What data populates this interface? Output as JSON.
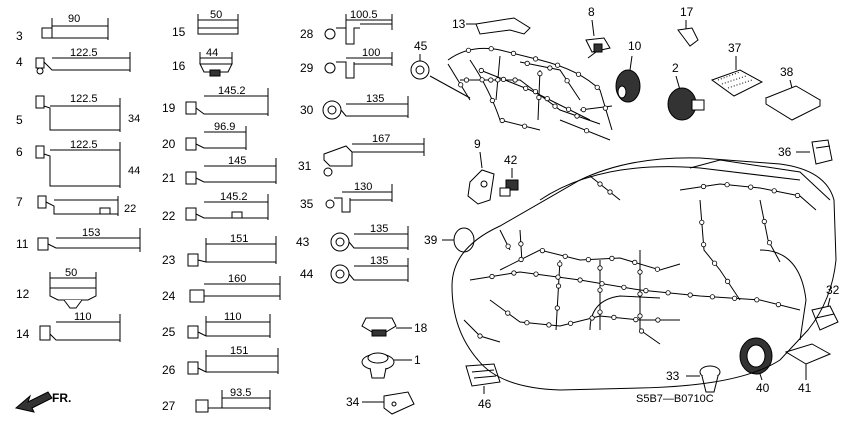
{
  "diagram": {
    "code": "S5B7—B0710C",
    "direction": "FR.",
    "clips": [
      {
        "ref": "3",
        "dim": "90"
      },
      {
        "ref": "4",
        "dim": "122.5"
      },
      {
        "ref": "5",
        "dim": "122.5",
        "dim2": "34"
      },
      {
        "ref": "6",
        "dim": "122.5",
        "dim2": "44"
      },
      {
        "ref": "7",
        "dim": "",
        "dim2": "22"
      },
      {
        "ref": "11",
        "dim": "153"
      },
      {
        "ref": "12",
        "dim": "50"
      },
      {
        "ref": "14",
        "dim": "110"
      },
      {
        "ref": "15",
        "dim": "50"
      },
      {
        "ref": "16",
        "dim": "44"
      },
      {
        "ref": "19",
        "dim": "145.2"
      },
      {
        "ref": "20",
        "dim": "96.9"
      },
      {
        "ref": "21",
        "dim": "145"
      },
      {
        "ref": "22",
        "dim": "145.2"
      },
      {
        "ref": "23",
        "dim": "151"
      },
      {
        "ref": "24",
        "dim": "160"
      },
      {
        "ref": "25",
        "dim": "110"
      },
      {
        "ref": "26",
        "dim": "151"
      },
      {
        "ref": "27",
        "dim": "93.5"
      },
      {
        "ref": "28",
        "dim": "100.5"
      },
      {
        "ref": "29",
        "dim": "100"
      },
      {
        "ref": "30",
        "dim": "135"
      },
      {
        "ref": "31",
        "dim": "167"
      },
      {
        "ref": "35",
        "dim": "130"
      },
      {
        "ref": "43",
        "dim": "135"
      },
      {
        "ref": "44",
        "dim": "135"
      }
    ],
    "parts": [
      {
        "ref": "1"
      },
      {
        "ref": "2"
      },
      {
        "ref": "8"
      },
      {
        "ref": "9"
      },
      {
        "ref": "10"
      },
      {
        "ref": "13"
      },
      {
        "ref": "17"
      },
      {
        "ref": "18"
      },
      {
        "ref": "32"
      },
      {
        "ref": "33"
      },
      {
        "ref": "34"
      },
      {
        "ref": "36"
      },
      {
        "ref": "37"
      },
      {
        "ref": "38"
      },
      {
        "ref": "39"
      },
      {
        "ref": "40"
      },
      {
        "ref": "41"
      },
      {
        "ref": "42"
      },
      {
        "ref": "45"
      },
      {
        "ref": "46"
      }
    ]
  }
}
